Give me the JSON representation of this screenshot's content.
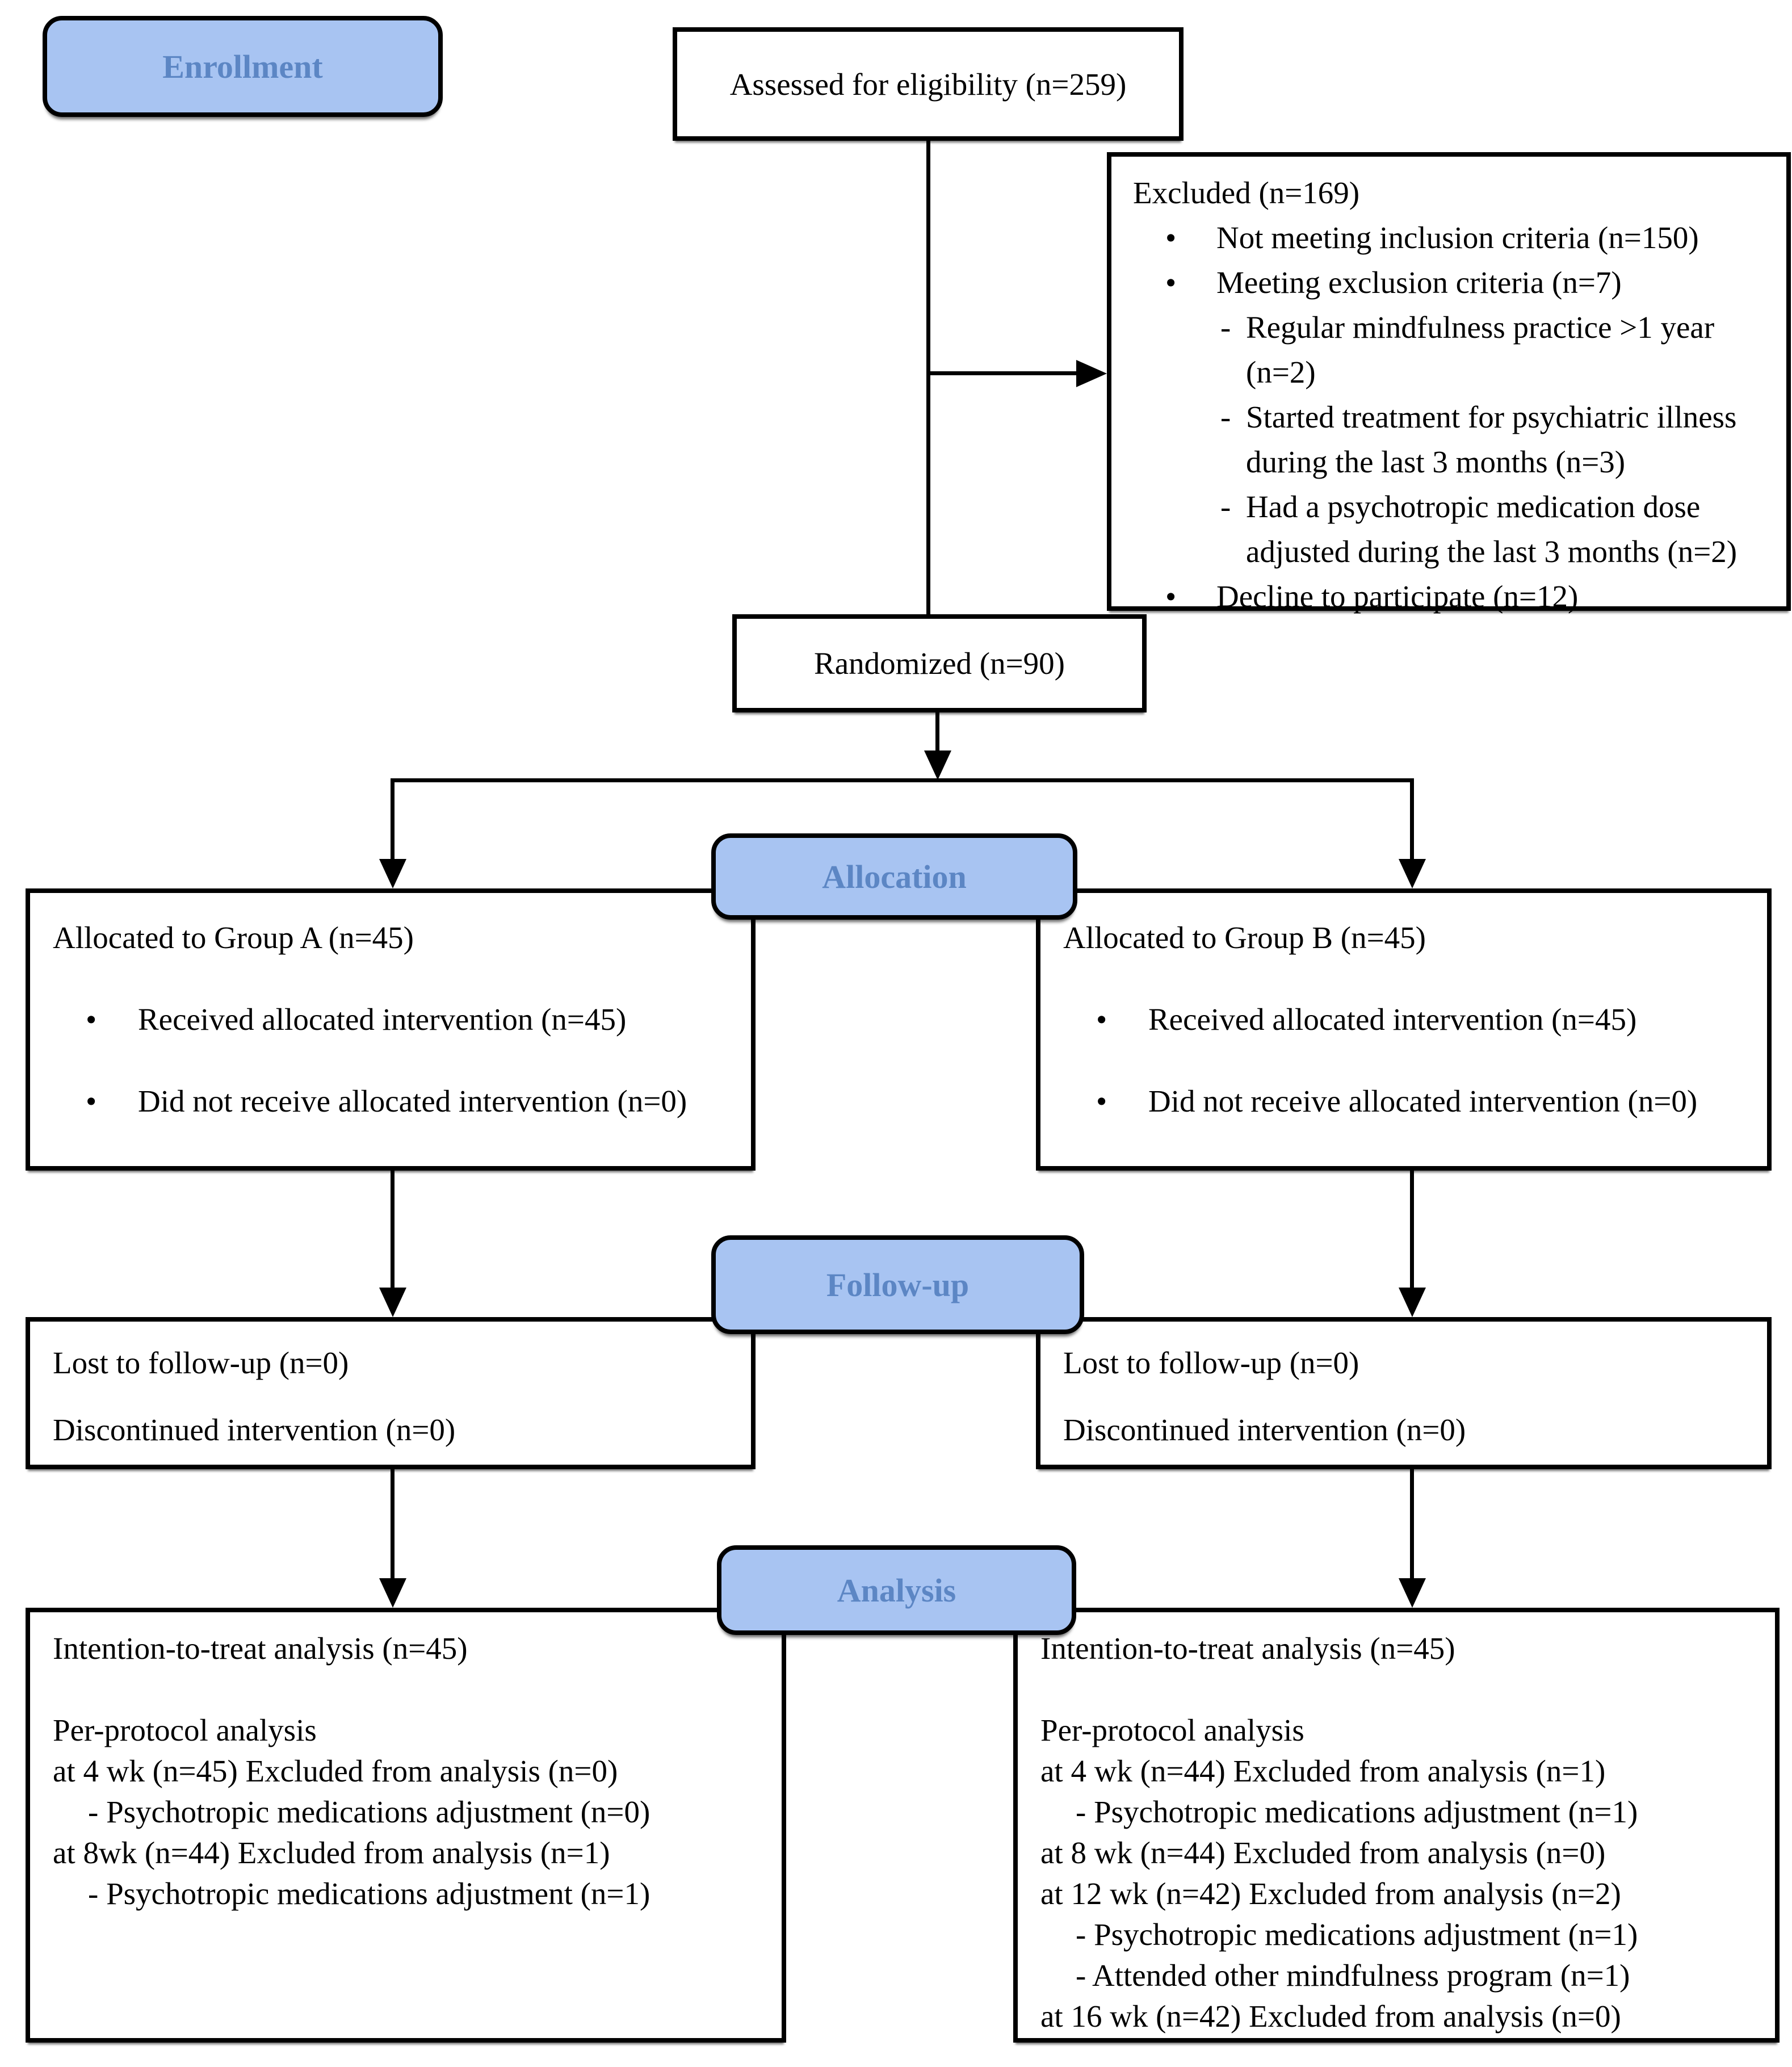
{
  "colors": {
    "stage_fill": "#a8c4f2",
    "stage_text": "#5c86c4",
    "box_border": "#000000",
    "body_text": "#000000",
    "background": "#ffffff"
  },
  "stage_labels": {
    "enrollment": "Enrollment",
    "allocation": "Allocation",
    "follow_up": "Follow-up",
    "analysis": "Analysis"
  },
  "boxes": {
    "assessed": {
      "text": "Assessed for eligibility (n=259)"
    },
    "excluded": {
      "lines": [
        {
          "m": "",
          "t": "Excluded (n=169)"
        },
        {
          "m": "•",
          "t": "Not meeting inclusion criteria (n=150)"
        },
        {
          "m": "•",
          "t": "Meeting exclusion criteria (n=7)"
        },
        {
          "m": "-",
          "t": "Regular mindfulness practice >1 year"
        },
        {
          "m": "",
          "t": "(n=2)"
        },
        {
          "m": "-",
          "t": "Started treatment for psychiatric illness"
        },
        {
          "m": "",
          "t": "during the last 3 months (n=3)"
        },
        {
          "m": "-",
          "t": "Had a psychotropic medication dose"
        },
        {
          "m": "",
          "t": "adjusted during the last 3 months (n=2)"
        },
        {
          "m": "•",
          "t": "Decline to participate (n=12)"
        }
      ]
    },
    "randomized": {
      "text": "Randomized (n=90)"
    },
    "alloc_left": {
      "lines": [
        {
          "m": "",
          "t": "Allocated to Group A (n=45)"
        },
        {
          "m": "•",
          "t": "Received allocated intervention (n=45)"
        },
        {
          "m": "•",
          "t": "Did not receive allocated intervention (n=0)"
        }
      ]
    },
    "alloc_right": {
      "lines": [
        {
          "m": "",
          "t": "Allocated to Group B (n=45)"
        },
        {
          "m": "•",
          "t": "Received allocated intervention (n=45)"
        },
        {
          "m": "•",
          "t": "Did not receive allocated intervention (n=0)"
        }
      ]
    },
    "followup_left": {
      "lines": [
        "Lost to follow-up (n=0)",
        "Discontinued intervention (n=0)"
      ]
    },
    "followup_right": {
      "lines": [
        "Lost to follow-up (n=0)",
        "Discontinued intervention (n=0)"
      ]
    },
    "analysis_left": {
      "lines": [
        "Intention-to-treat analysis (n=45)",
        "",
        "Per-protocol analysis",
        "at 4 wk (n=45) Excluded from analysis (n=0)",
        "- Psychotropic medications adjustment (n=0)",
        "at 8wk (n=44) Excluded from analysis (n=1)",
        "- Psychotropic medications adjustment (n=1)"
      ]
    },
    "analysis_right": {
      "lines": [
        "Intention-to-treat analysis (n=45)",
        "",
        "Per-protocol analysis",
        "at 4 wk (n=44) Excluded from analysis (n=1)",
        "- Psychotropic medications adjustment (n=1)",
        "at 8 wk (n=44) Excluded from analysis (n=0)",
        "at 12 wk (n=42) Excluded from analysis (n=2)",
        "- Psychotropic medications adjustment (n=1)",
        "- Attended other mindfulness program (n=1)",
        "at 16 wk (n=42) Excluded from analysis (n=0)"
      ]
    }
  }
}
